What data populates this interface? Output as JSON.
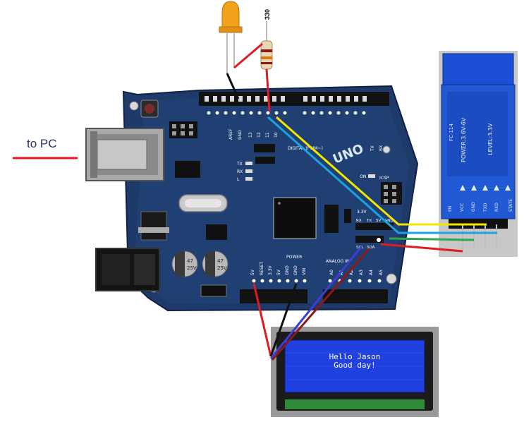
{
  "pc_label": "to PC",
  "resistor_value": "330",
  "board": {
    "brand": "UNO",
    "digital_label": "DIGITAL (PWM~)",
    "icsp_label": "ICSP",
    "pin_labels_top": [
      "AREF",
      "GND",
      "13",
      "12",
      "11",
      "10"
    ],
    "pin_labels_right": [
      "TX",
      "RX"
    ],
    "power_label": "POWER",
    "power_pins": [
      "RESET",
      "3.3V",
      "5V",
      "GND",
      "GND",
      "VIN"
    ],
    "power_5v": "5V",
    "analog_label": "ANALOG IN",
    "analog_pins": [
      "A0",
      "A1",
      "A2",
      "A3",
      "A4",
      "A5"
    ],
    "i2c_pins_top": [
      "RX",
      "TX",
      "5V",
      "GND"
    ],
    "i2c_pins_bottom": [
      "SCL",
      "SDA"
    ],
    "i2c_v": "3.3V",
    "leds": [
      "TX",
      "RX",
      "ON",
      "L"
    ],
    "cap_labels": [
      "47",
      "25V",
      "47",
      "25V"
    ]
  },
  "bt_module": {
    "power": "POWER:3.6V-6V",
    "level": "LEVEL:3.3V",
    "model": "FC-114",
    "pins": [
      "STATE",
      "RXD",
      "TXD",
      "GND",
      "VCC",
      "EN"
    ]
  },
  "lcd": {
    "line1": "Hello Jason",
    "line2": "Good day!"
  },
  "wire_colors": {
    "red": "#e01b22",
    "black": "#111111",
    "yellow": "#f2e600",
    "cyan": "#1aa3e0",
    "green": "#2aa84a",
    "blue": "#3c3fd1",
    "darkred": "#8a1a1a"
  }
}
